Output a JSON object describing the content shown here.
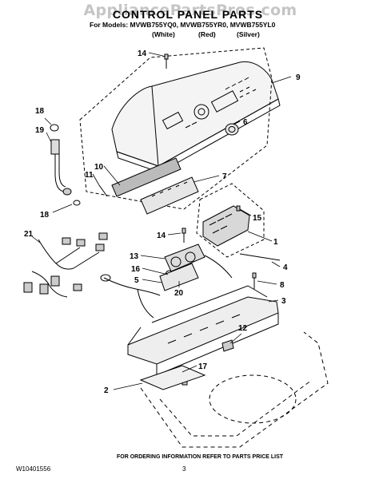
{
  "watermark": "AppliancePartsPros.com",
  "title": "CONTROL PANEL PARTS",
  "models_line": "For Models: MVWB755YQ0, MVWB755YR0, MVWB755YL0",
  "colors": [
    "(White)",
    "(Red)",
    "(Silver)"
  ],
  "callouts": [
    "14",
    "9",
    "18",
    "19",
    "6",
    "10",
    "7",
    "11",
    "18",
    "15",
    "21",
    "14",
    "1",
    "13",
    "16",
    "4",
    "5",
    "20",
    "8",
    "3",
    "12",
    "17",
    "2"
  ],
  "footer_code": "W10401556",
  "footer_note": "FOR ORDERING INFORMATION REFER TO PARTS PRICE LIST",
  "page_number": "3"
}
